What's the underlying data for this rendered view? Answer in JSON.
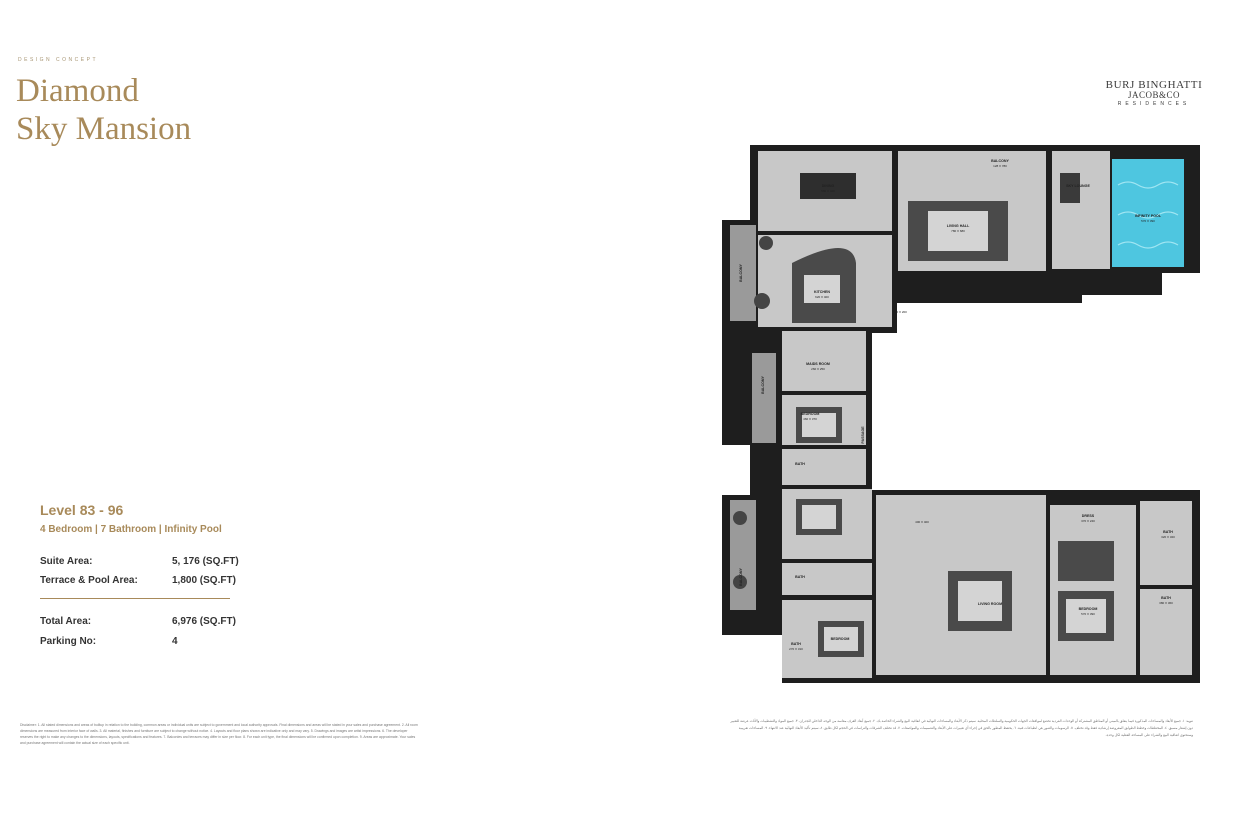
{
  "header": {
    "eyebrow": "DESIGN CONCEPT",
    "title_line1": "Diamond",
    "title_line2": "Sky Mansion"
  },
  "brand": {
    "line1": "BURJ BINGHATTI",
    "line2": "JACOB&CO",
    "line3": "RESIDENCES"
  },
  "unit": {
    "level": "Level 83 - 96",
    "subtitle": "4 Bedroom | 7 Bathroom | Infinity Pool",
    "rows": [
      {
        "label": "Suite Area:",
        "value": "5, 176 (SQ.FT)"
      },
      {
        "label": "Terrace & Pool Area:",
        "value": "1,800 (SQ.FT)"
      },
      {
        "label": "Total Area:",
        "value": "6,976 (SQ.FT)"
      },
      {
        "label": "Parking No:",
        "value": "4"
      }
    ]
  },
  "plan": {
    "rooms": {
      "dining": "DINING",
      "dining_dim": "580 X 420",
      "balcony_top": "BALCONY",
      "balcony_top_dim": "128 X 780",
      "living_hall": "LIVING HALL",
      "living_hall_dim": "780 X 680",
      "sky_lounge": "SKY LOUNGE",
      "infinity_pool": "INFINITY POOL",
      "infinity_pool_dim": "570 X 390",
      "kitchen": "KITCHEN",
      "kitchen_dim": "620 X 400",
      "balcony_left": "BALCONY",
      "maids_room": "MAIDS ROOM",
      "maids_room_dim": "260 X 250",
      "balcony_mid": "BALCONY",
      "bedroom_1": "BEDROOM",
      "bedroom_1_dim": "460 X 370",
      "passage": "PASSAGE",
      "bath_1": "BATH",
      "dim_160": "160 X 200",
      "dim_400": "400 X 400",
      "bath_2": "BATH",
      "balcony_low": "BALCONY",
      "living_room": "LIVING ROOM",
      "bedroom_2": "BEDROOM",
      "bath_3": "BATH",
      "bath_3_dim": "270 X 310",
      "dress": "DRESS",
      "dress_dim": "370 X 240",
      "bath_4": "BATH",
      "bath_4_dim": "320 X 320",
      "bedroom_master": "BEDROOM",
      "bedroom_master_dim": "570 X 390",
      "bath_5": "BATH",
      "bath_5_dim": "380 X 360"
    }
  },
  "legal": {
    "disclaimer_en": "Disclaimer: 1. All stated dimensions and areas of builtup in relation to the building, common areas or individual units are subject to government and local authority approvals. Final dimensions and areas will be stated in your sales and purchase agreement. 2. All room dimensions are measured from interior face of walls. 3. All material, finishes and furniture are subject to change without notice. 4. Layouts and floor plans shown are indicative only and may vary. 5. Drawings and images are artist impressions. 6. The developer reserves the right to make any changes to the dimensions, layouts, specifications and features. 7. Balconies and terraces may differ in size per floor. 8. For each unit type, the final dimensions will be confirmed upon completion. 9. Areas are approximate. Your sales and purchase agreement will contain the actual size of each specific unit.",
    "disclaimer_ar": "تنويه: ١. جميع الأبعاد والمساحات المذكورة فيما يتعلق بالمبنى أو المناطق المشتركة أو الوحدات الفردية تخضع لموافقات الجهات الحكومية والسلطات المحلية. سيتم ذكر الأبعاد والمساحات النهائية في اتفاقية البيع والشراء الخاصة بك. ٢. جميع أبعاد الغرف مقاسة من الوجه الداخلي للجدران. ٣. جميع المواد والتشطيبات والأثاث عرضة للتغيير دون إشعار مسبق. ٤. المخططات وخطط الطوابق المعروضة إرشادية فقط وقد تختلف. ٥. الرسومات والصور هي انطباعات فنية. ٦. يحتفظ المطور بالحق في إجراء أي تغييرات على الأبعاد والتصميمات والمواصفات. ٧. قد تختلف الشرفات والتراسات في الحجم لكل طابق. ٨. سيتم تأكيد الأبعاد النهائية عند الانتهاء. ٩. المساحات تقريبية وستحتوي اتفاقية البيع والشراء على المساحة الفعلية لكل وحدة."
  },
  "colors": {
    "accent_gold": "#a88a5a",
    "wall": "#1e1e1e",
    "floor": "#c9c9c9",
    "pool": "#4ec6e0"
  }
}
